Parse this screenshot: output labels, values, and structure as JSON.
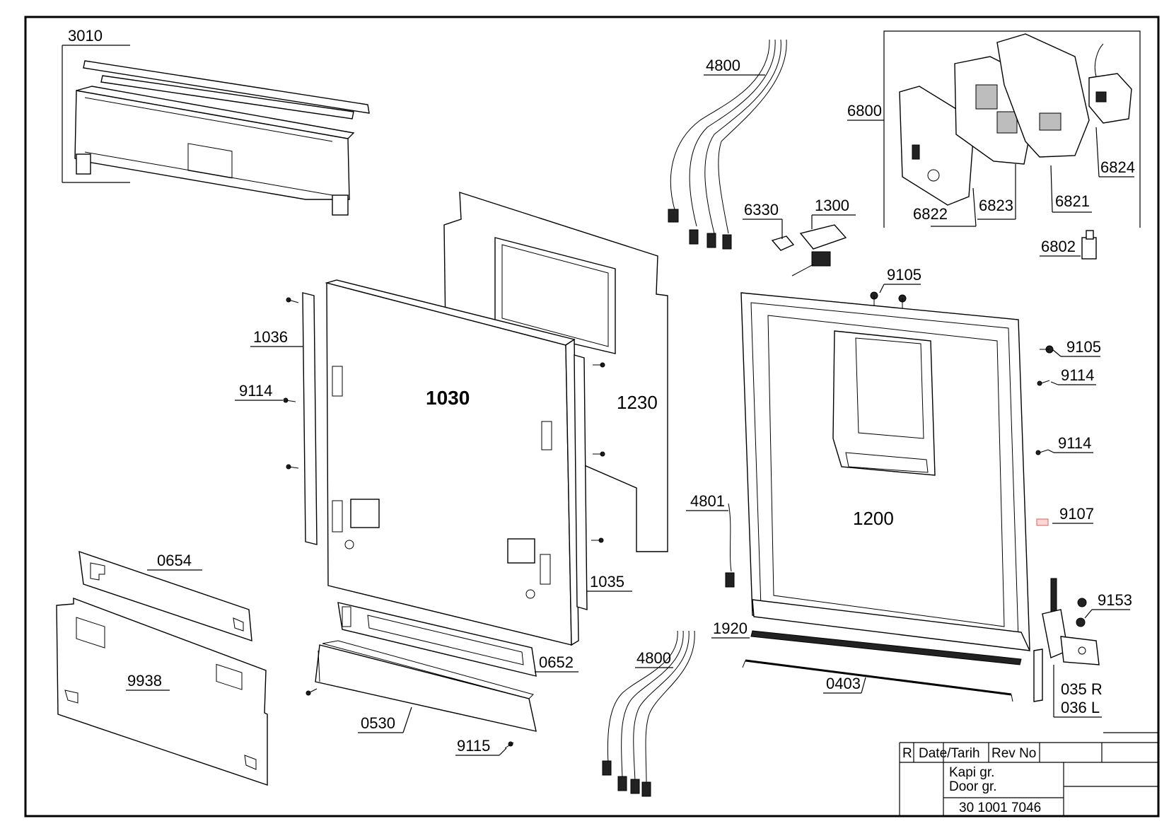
{
  "diagram": {
    "labels": {
      "p3010": "3010",
      "p4800_top": "4800",
      "p6800": "6800",
      "p6824": "6824",
      "p6822": "6822",
      "p6823": "6823",
      "p6821": "6821",
      "p6802": "6802",
      "p6330": "6330",
      "p1300": "1300",
      "p9105_top": "9105",
      "p9105_right": "9105",
      "p9114_right_a": "9114",
      "p9114_right_b": "9114",
      "p9107": "9107",
      "p9153": "9153",
      "p035r": "035 R",
      "p036l": "036 L",
      "p1200": "1200",
      "p4801": "4801",
      "p1920": "1920",
      "p0403": "0403",
      "p1036": "1036",
      "p9114_left": "9114",
      "p1030": "1030",
      "p1230": "1230",
      "p1035": "1035",
      "p0654": "0654",
      "p9938": "9938",
      "p0652": "0652",
      "p0530": "0530",
      "p9115": "9115",
      "p4800_bottom": "4800"
    },
    "title_block": {
      "col_r": "R",
      "col_date": "Date/Tarih",
      "col_rev": "Rev No",
      "desc_tr": "Kapi gr.",
      "desc_en": "Door gr.",
      "drawing_no": "30 1001 7046"
    }
  }
}
